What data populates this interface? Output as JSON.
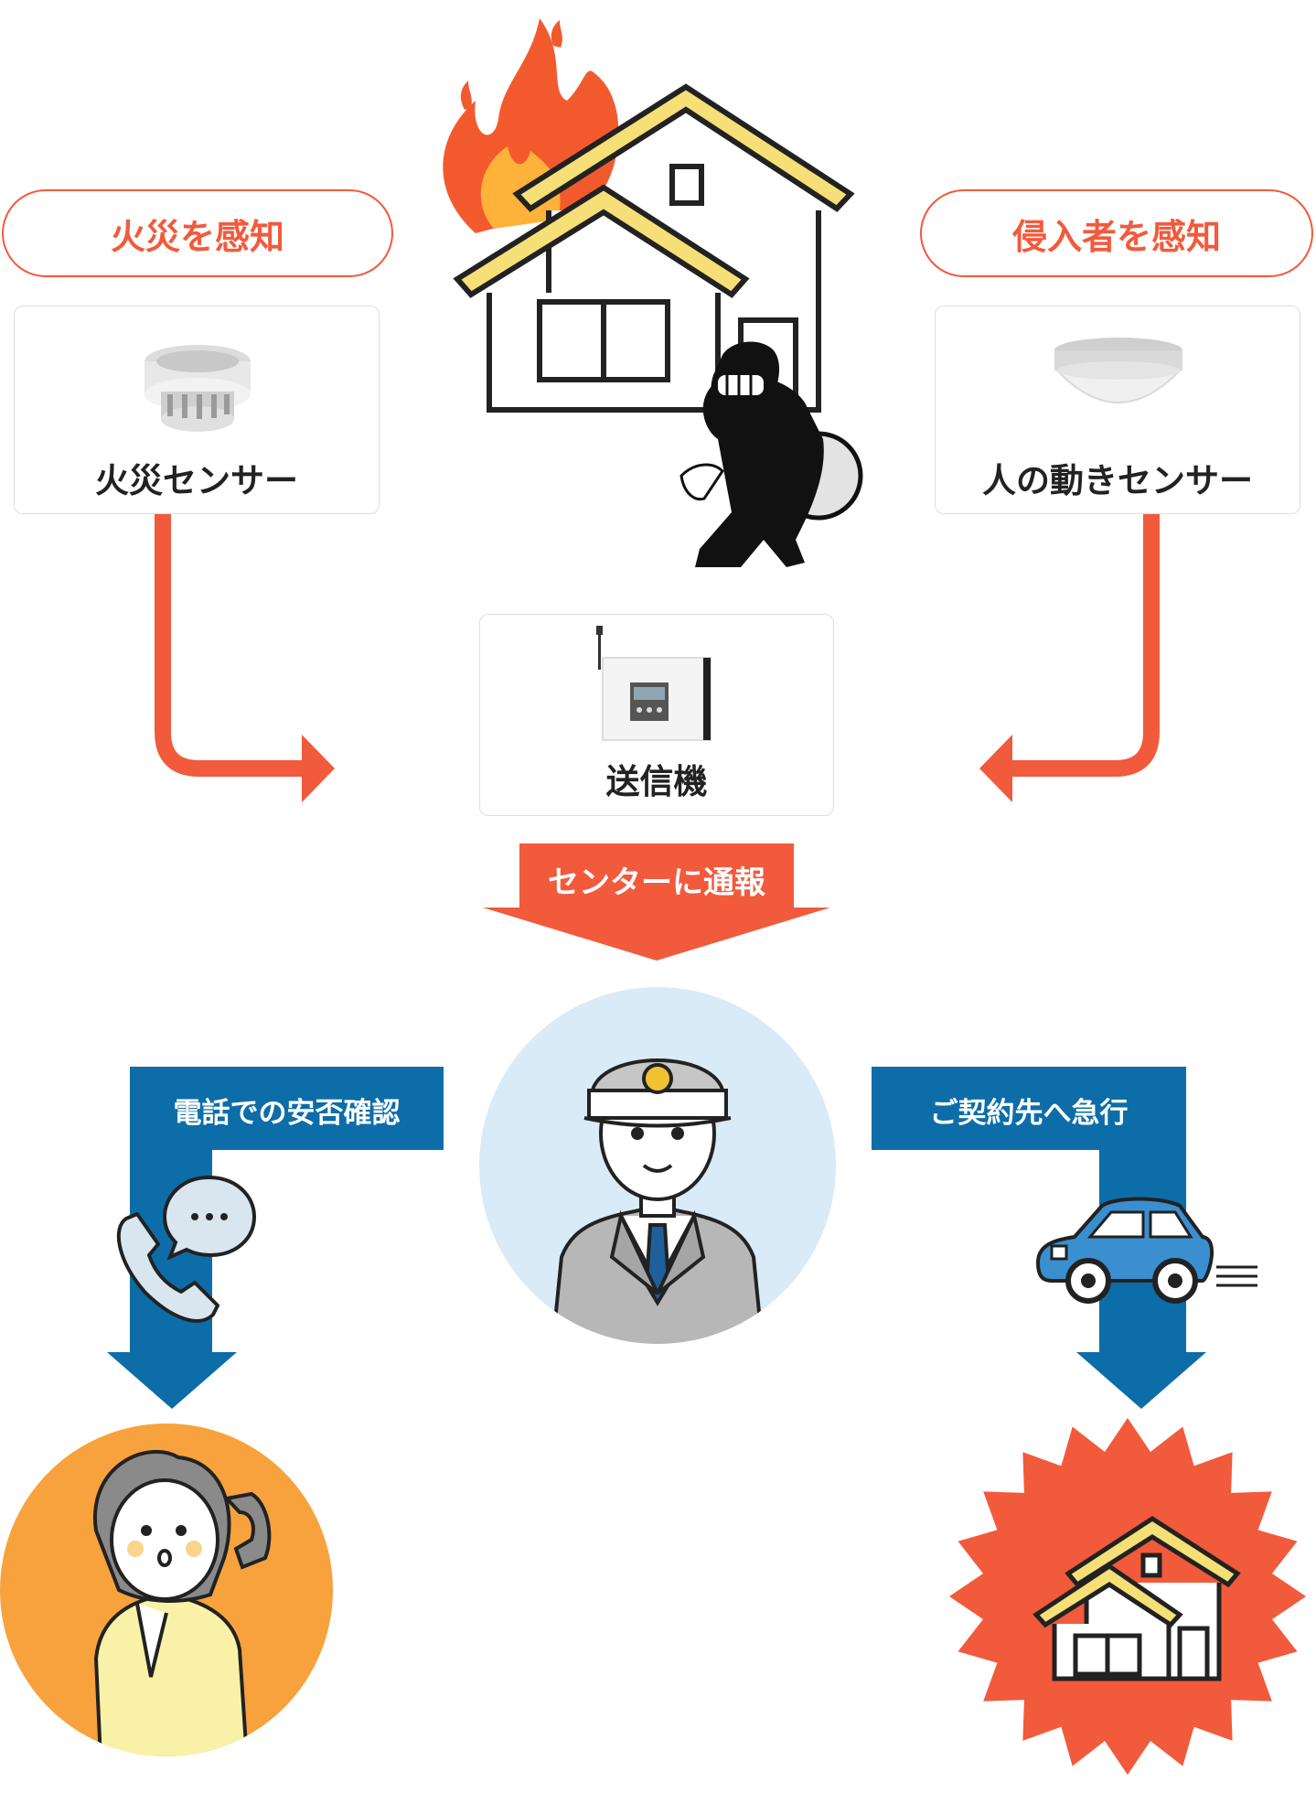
{
  "fire_detect_label": "火災を感知",
  "intruder_detect_label": "侵入者を感知",
  "fire_sensor_label": "火災センサー",
  "motion_sensor_label": "人の動きセンサー",
  "transmitter_label": "送信機",
  "notify_center_label": "センターに通報",
  "phone_check_label": "電話での安否確認",
  "rush_label": "ご契約先へ急行",
  "colors": {
    "accent_orange": "#f25a3c",
    "flow_blue": "#0d6da8",
    "guard_circle": "#d8ebf6",
    "customer_circle": "#f7a23c",
    "roof_yellow": "#f6df77",
    "car_blue": "#3a8fd0",
    "customer_shirt": "#faf1a8"
  },
  "icons": [
    "fire-icon",
    "house-icon",
    "burglar-icon",
    "fire-sensor-icon",
    "motion-sensor-icon",
    "transmitter-icon",
    "security-guard-icon",
    "phone-icon",
    "speech-bubble-icon",
    "car-icon",
    "customer-icon",
    "burst-house-icon"
  ]
}
